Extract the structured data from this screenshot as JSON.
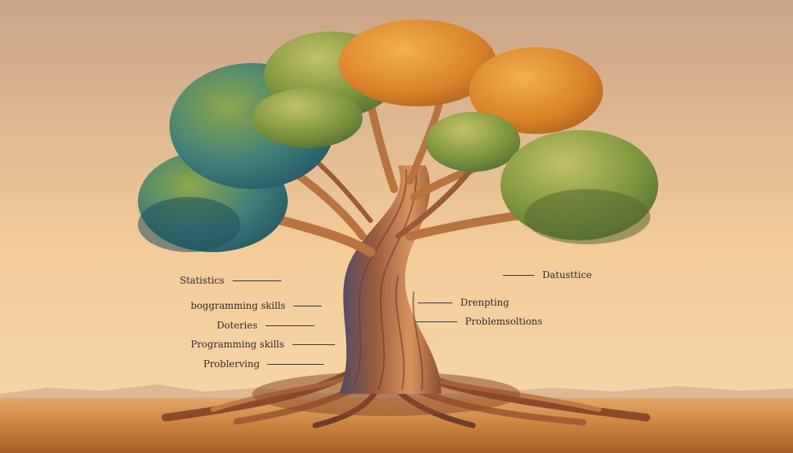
{
  "image": {
    "subject": "tree-illustration",
    "colors": {
      "sky_top": "#caa488",
      "sky_bottom": "#f7d6a6",
      "ground": "#c97f3a",
      "trunk": "#b06a3e",
      "trunk_shadow": "#5a4a63",
      "foliage_green": "#6f8b3a",
      "foliage_teal": "#2f6f7a",
      "foliage_orange": "#d8842a"
    }
  },
  "labels_left": [
    {
      "text": "Statistics"
    },
    {
      "text": "boggramming skills"
    },
    {
      "text": "Doteries"
    },
    {
      "text": "Programming skills"
    },
    {
      "text": "Problerving"
    }
  ],
  "labels_right": [
    {
      "text": "Datusttice"
    },
    {
      "text": "Drenpting"
    },
    {
      "text": "Problemsoltions"
    }
  ]
}
